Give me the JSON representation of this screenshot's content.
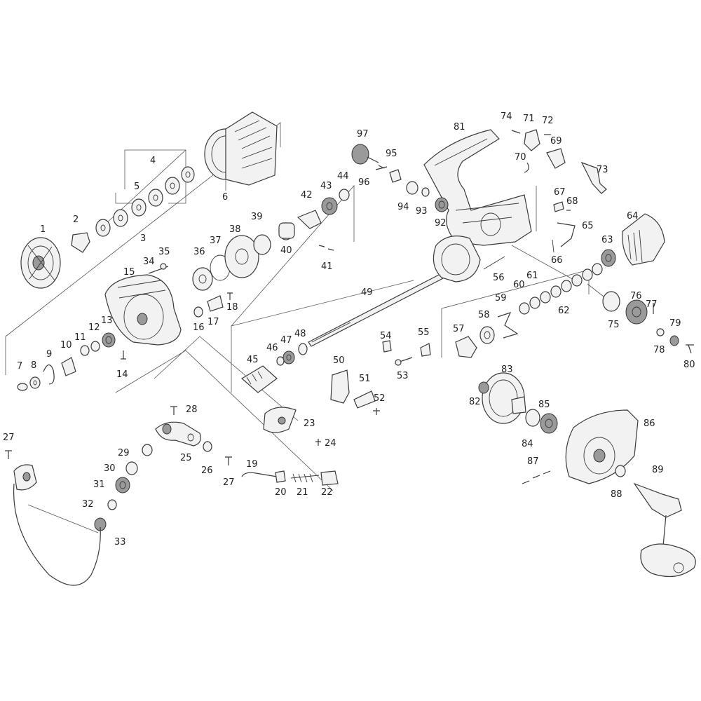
{
  "diagram": {
    "parts": [
      {
        "label": "1"
      },
      {
        "label": "2"
      },
      {
        "label": "3"
      },
      {
        "label": "4"
      },
      {
        "label": "5"
      },
      {
        "label": "6"
      },
      {
        "label": "7"
      },
      {
        "label": "8"
      },
      {
        "label": "9"
      },
      {
        "label": "10"
      },
      {
        "label": "11"
      },
      {
        "label": "12"
      },
      {
        "label": "13"
      },
      {
        "label": "14"
      },
      {
        "label": "15"
      },
      {
        "label": "16"
      },
      {
        "label": "17"
      },
      {
        "label": "18"
      },
      {
        "label": "19"
      },
      {
        "label": "20"
      },
      {
        "label": "21"
      },
      {
        "label": "22"
      },
      {
        "label": "23"
      },
      {
        "label": "24"
      },
      {
        "label": "25"
      },
      {
        "label": "26"
      },
      {
        "label": "27"
      },
      {
        "label": "27"
      },
      {
        "label": "28"
      },
      {
        "label": "29"
      },
      {
        "label": "30"
      },
      {
        "label": "31"
      },
      {
        "label": "32"
      },
      {
        "label": "33"
      },
      {
        "label": "34"
      },
      {
        "label": "35"
      },
      {
        "label": "36"
      },
      {
        "label": "37"
      },
      {
        "label": "38"
      },
      {
        "label": "39"
      },
      {
        "label": "40"
      },
      {
        "label": "41"
      },
      {
        "label": "42"
      },
      {
        "label": "43"
      },
      {
        "label": "44"
      },
      {
        "label": "45"
      },
      {
        "label": "46"
      },
      {
        "label": "47"
      },
      {
        "label": "48"
      },
      {
        "label": "49"
      },
      {
        "label": "50"
      },
      {
        "label": "51"
      },
      {
        "label": "52"
      },
      {
        "label": "53"
      },
      {
        "label": "54"
      },
      {
        "label": "55"
      },
      {
        "label": "56"
      },
      {
        "label": "57"
      },
      {
        "label": "58"
      },
      {
        "label": "59"
      },
      {
        "label": "60"
      },
      {
        "label": "61"
      },
      {
        "label": "62"
      },
      {
        "label": "63"
      },
      {
        "label": "64"
      },
      {
        "label": "65"
      },
      {
        "label": "66"
      },
      {
        "label": "67"
      },
      {
        "label": "68"
      },
      {
        "label": "69"
      },
      {
        "label": "70"
      },
      {
        "label": "71"
      },
      {
        "label": "72"
      },
      {
        "label": "73"
      },
      {
        "label": "74"
      },
      {
        "label": "75"
      },
      {
        "label": "76"
      },
      {
        "label": "77"
      },
      {
        "label": "78"
      },
      {
        "label": "79"
      },
      {
        "label": "80"
      },
      {
        "label": "81"
      },
      {
        "label": "82"
      },
      {
        "label": "83"
      },
      {
        "label": "84"
      },
      {
        "label": "85"
      },
      {
        "label": "86"
      },
      {
        "label": "87"
      },
      {
        "label": "88"
      },
      {
        "label": "89"
      },
      {
        "label": "92"
      },
      {
        "label": "93"
      },
      {
        "label": "94"
      },
      {
        "label": "95"
      },
      {
        "label": "96"
      },
      {
        "label": "97"
      }
    ]
  }
}
